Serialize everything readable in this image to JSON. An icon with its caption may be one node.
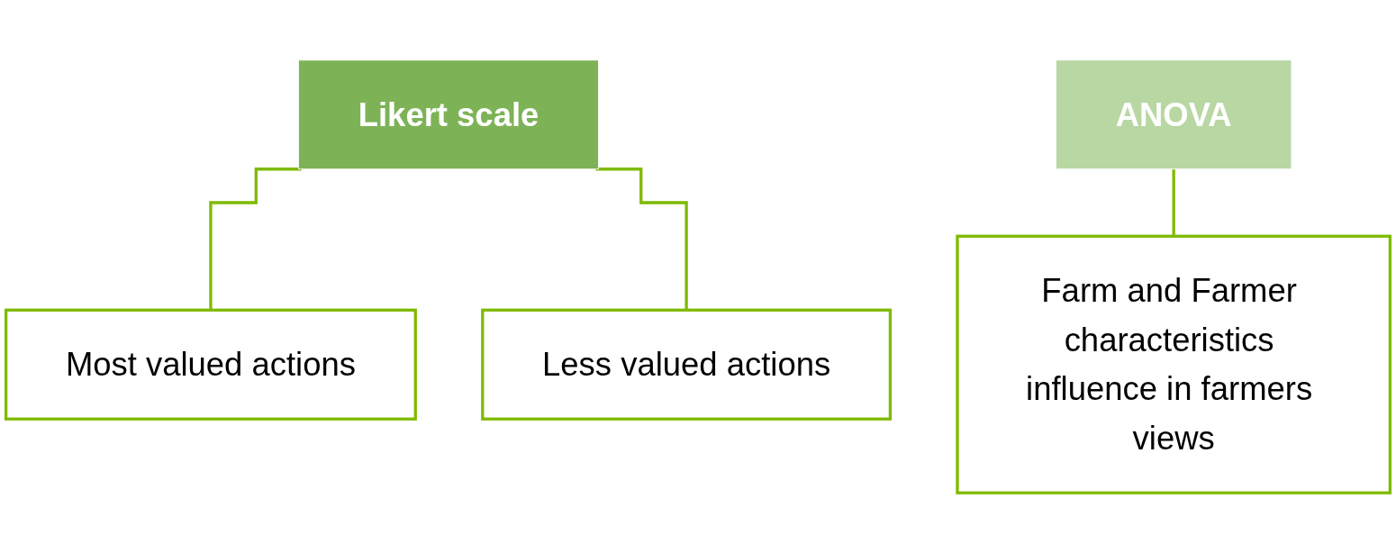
{
  "diagram": {
    "nodes": [
      {
        "text": [
          "Likert scale"
        ]
      },
      {
        "text": [
          "Most valued actions"
        ]
      },
      {
        "text": [
          "Less valued actions"
        ]
      },
      {
        "text": [
          "ANOVA"
        ]
      },
      {
        "text": [
          "Farm and Farmer characteristics influence in farmers views"
        ]
      }
    ],
    "edges": [
      {
        "from": 0,
        "to": 1,
        "arrow": "none"
      },
      {
        "from": 0,
        "to": 2,
        "arrow": "none"
      },
      {
        "from": 3,
        "to": 4,
        "arrow": "none"
      }
    ]
  }
}
